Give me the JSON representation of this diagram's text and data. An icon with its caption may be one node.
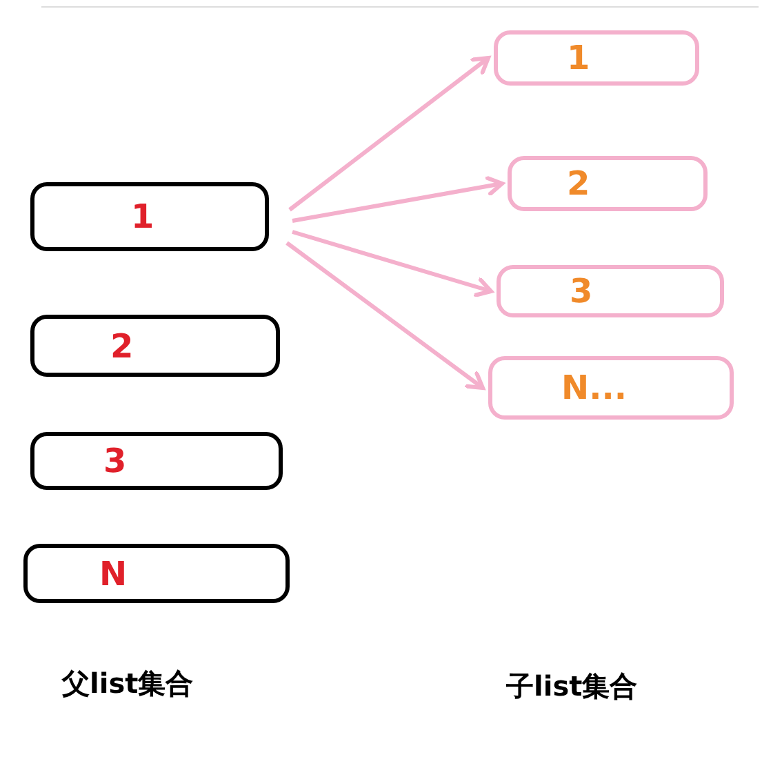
{
  "diagram": {
    "nodes": [
      {
        "text": [
          "1"
        ]
      },
      {
        "text": [
          "2"
        ]
      },
      {
        "text": [
          "3"
        ]
      },
      {
        "text": [
          "N"
        ]
      },
      {
        "text": [
          "1"
        ]
      },
      {
        "text": [
          "2"
        ]
      },
      {
        "text": [
          "3"
        ]
      },
      {
        "text": [
          "N..."
        ]
      }
    ],
    "edges": [
      {
        "from": 0,
        "to": 4,
        "arrow": "to"
      },
      {
        "from": 0,
        "to": 5,
        "arrow": "to"
      },
      {
        "from": 0,
        "to": 6,
        "arrow": "to"
      },
      {
        "from": 0,
        "to": 7,
        "arrow": "to"
      }
    ],
    "labels": [
      "父list集合",
      "子list集合"
    ]
  }
}
